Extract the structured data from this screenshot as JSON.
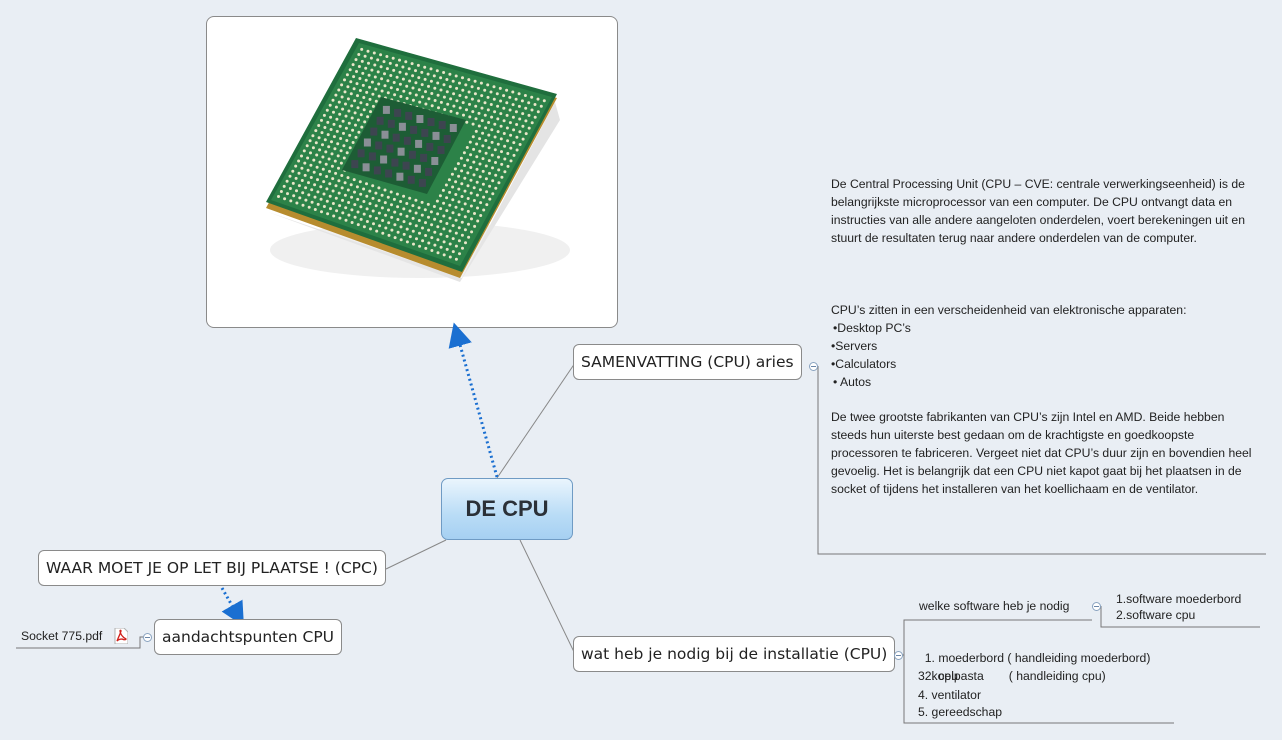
{
  "central": {
    "label": "DE CPU"
  },
  "topics": {
    "samenvatting": "SAMENVATTING (CPU) aries",
    "installatie": "wat heb je nodig bij de installatie (CPU)",
    "waar": "WAAR MOET JE OP LET BIJ PLAATSE ! (CPC)",
    "aandacht": "aandachtspunten CPU"
  },
  "attachment": {
    "label": "Socket 775.pdf"
  },
  "note": {
    "paragraph1": "De Central Processing Unit (CPU – CVE: centrale verwerkingseenheid) is de belangrijkste microprocessor van een computer. De CPU ontvangt data en instructies van alle andere aangeloten onderdelen, voert berekeningen uit en stuurt de resultaten terug naar andere onderdelen van de computer.",
    "paragraph2_intro": "CPU’s zitten in een verscheidenheid van elektronische apparaten:",
    "devices": [
      "•Desktop PC’s",
      "•Servers",
      "•Calculators",
      "• Autos"
    ],
    "paragraph3": "De twee grootste fabrikanten van CPU’s zijn Intel en AMD. Beide hebben steeds hun uiterste best gedaan om de krachtigste en goedkoopste processoren te fabriceren. Vergeet niet dat CPU’s duur zijn en bovendien heel gevoelig. Het is belangrijk dat een CPU niet kapot gaat bij het plaatsen in de socket of tijdens het installeren van het koellichaam en de ventilator."
  },
  "software": {
    "label": "welke software heb je nodig",
    "items": [
      "1.software moederbord",
      "2.software cpu"
    ]
  },
  "install_list": [
    "1. moederbord ( handleiding moederbord)",
    "2. cpu               ( handleiding cpu)",
    "3. koelpasta",
    "4. ventilator",
    "5. gereedschap"
  ]
}
